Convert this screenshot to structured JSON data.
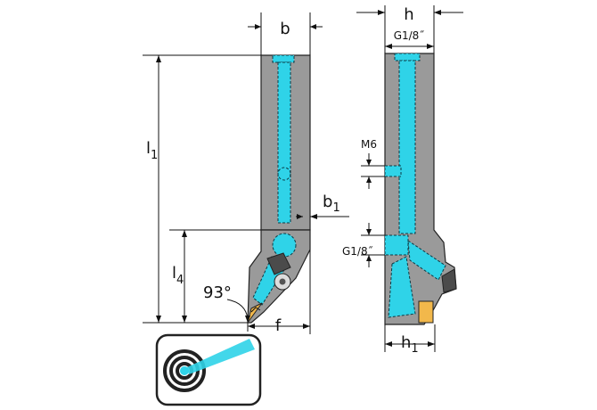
{
  "labels": {
    "b": "b",
    "h": "h",
    "l1_main": "l",
    "l1_sub": "1",
    "b1_main": "b",
    "b1_sub": "1",
    "l4_main": "l",
    "l4_sub": "4",
    "angle": "93°",
    "f": "f",
    "g18_top": "G1/8˝",
    "m6": "M6",
    "g18_side": "G1/8˝",
    "h1_main": "h",
    "h1_sub": "1"
  },
  "icon": {
    "name": "coolant-target-icon",
    "accent": "#2fd3e8"
  },
  "colors": {
    "body": "#9a9a9a",
    "coolant": "#2fd3e8",
    "insert": "#f2b84b"
  }
}
